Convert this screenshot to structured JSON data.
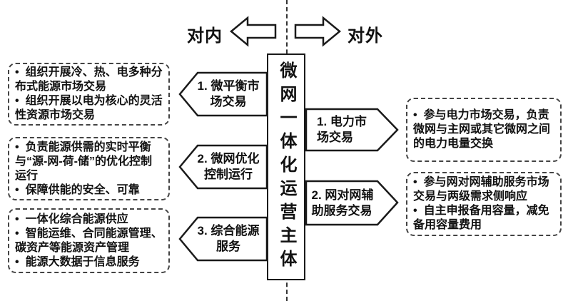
{
  "ui": {
    "bullet_char": "•"
  },
  "header": {
    "internal_label": "对内",
    "external_label": "对外"
  },
  "center_box": {
    "title": "微网一体化运营主体"
  },
  "internal": {
    "chevrons": [
      {
        "label": "1. 微平衡市场交易"
      },
      {
        "label": "2. 微网优化控制运行"
      },
      {
        "label": "3. 综合能源服务"
      }
    ],
    "boxes": [
      {
        "bullets": [
          "组织开展冷、热、电多种分布式能源市场交易",
          "组织开展以电为核心的灵活性资源市场交易"
        ]
      },
      {
        "bullets": [
          "负责能源供需的实时平衡与“源-网-荷-储”的优化控制运行",
          "保障供能的安全、可靠"
        ]
      },
      {
        "bullets": [
          "一体化综合能源供应",
          "智能运维、合同能源管理、碳资产等能源资产管理",
          "能源大数据于信息服务"
        ]
      }
    ]
  },
  "external": {
    "arrows": [
      {
        "label": "1. 电力市场交易"
      },
      {
        "label": "2. 网对网辅助服务交易"
      }
    ],
    "boxes": [
      {
        "bullets": [
          "参与电力市场交易，负责微网与主网或其它微网之间的电力电量交换"
        ]
      },
      {
        "bullets": [
          "参与网对网辅助服务市场交易与两级需求侧响应",
          "自主申报备用容量，减免备用容量费用"
        ]
      }
    ]
  }
}
